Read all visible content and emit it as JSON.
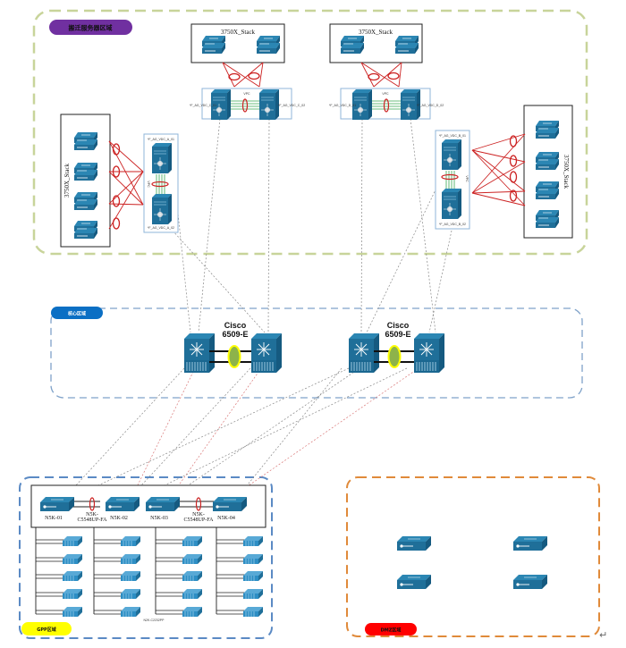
{
  "colors": {
    "device_blue": "#1f6f99",
    "device_dark": "#155a80",
    "zone_migrate": "#c8d49a",
    "zone_core": "#7fa2c9",
    "zone_gpp": "#5b8ac4",
    "zone_other": "#e08a3a",
    "tag_migrate": "#7030a0",
    "tag_core": "#0b6fc4",
    "tag_gpp": "#ffff00",
    "tag_other": "#ff0000",
    "link_red": "#cc2222",
    "link_green": "#3aa853",
    "core_lag": "#8db34a",
    "core_lag_ring": "#ffff00"
  },
  "zones": {
    "migrate": {
      "label": "搬迁服务器区域"
    },
    "core": {
      "label": "核心区域"
    },
    "gpp": {
      "label": "GPP区域"
    },
    "other": {
      "label": "DMZ区域"
    }
  },
  "stacks": {
    "top_left": {
      "label": "3750X_Stack"
    },
    "top_right": {
      "label": "3750X_Stack"
    },
    "left": {
      "label": "3750X_Stack"
    },
    "right": {
      "label": "3750X_Stack"
    }
  },
  "vpc_pairs": {
    "top_left": {
      "label": "VPC",
      "sw1": "*F_AG_VDC_C_01",
      "sw2": "*F_AG_VDC_C_02"
    },
    "top_right": {
      "label": "VPC",
      "sw1": "*F_AG_VDC_D_01",
      "sw2": "*F_AG_VDC_D_02"
    },
    "left": {
      "label": "VPC",
      "sw1": "*F_AG_VDC_A_01",
      "sw2": "*F_AG_VDC_A_02"
    },
    "right": {
      "label": "VPC",
      "sw1": "*F_AG_VDC_B_01",
      "sw2": "*F_AG_VDC_B_02"
    }
  },
  "core": {
    "left": {
      "label_line1": "Cisco",
      "label_line2": "6509-E"
    },
    "right": {
      "label_line1": "Cisco",
      "label_line2": "6509-E"
    }
  },
  "n5k": {
    "devices": [
      "N5K-01",
      "N5K-02",
      "N5K-03",
      "N5K-04"
    ],
    "pair_labels": [
      {
        "line1": "N5K-",
        "line2": "C5548UP-FA"
      },
      {
        "line1": "N5K-",
        "line2": "C5548UP-FA"
      }
    ],
    "fex_label": "N2K-C2232PP",
    "fex_per_column": 5
  },
  "other_zone": {
    "switch_count": 4
  },
  "return_mark": "↵"
}
